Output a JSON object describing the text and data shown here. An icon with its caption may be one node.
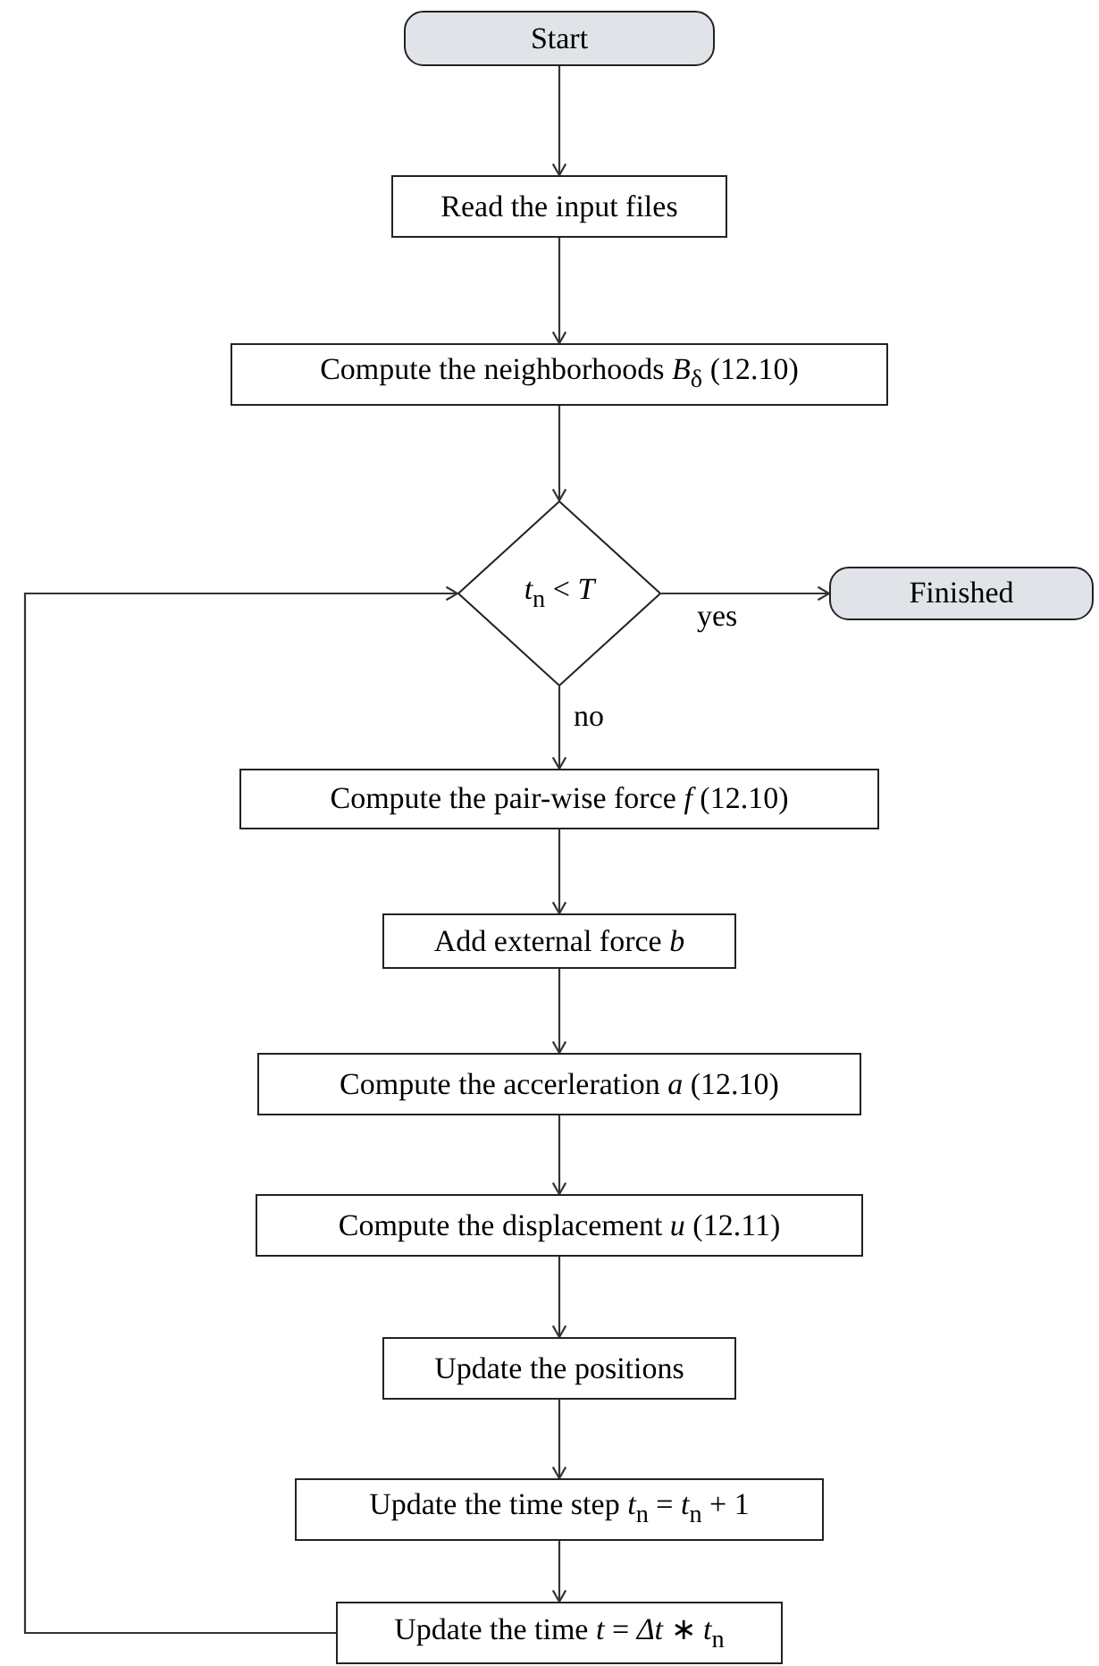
{
  "diagram": {
    "nodes": [
      {
        "text": [
          "Start"
        ]
      },
      {
        "text": [
          "Read the input files"
        ]
      },
      {
        "text": [
          "Compute the neighborhoods *B*$_{δ}$ (12.10)"
        ]
      },
      {
        "text": [
          "*t*$_{n}$ < *T*"
        ]
      },
      {
        "text": [
          "Finished"
        ]
      },
      {
        "text": [
          "Compute the pair-wise force *f* (12.10)"
        ]
      },
      {
        "text": [
          "Add external force *b*"
        ]
      },
      {
        "text": [
          "Compute the accerleration *a* (12.10)"
        ]
      },
      {
        "text": [
          "Compute the displacement *u* (12.11)"
        ]
      },
      {
        "text": [
          "Update the positions"
        ]
      },
      {
        "text": [
          "Update the time step *t*$_{n}$ = *t*$_{n}$ + 1"
        ]
      },
      {
        "text": [
          "Update the time *t* = *Δt* ∗ *t*$_{n}$"
        ]
      }
    ],
    "edges": [
      {
        "from": 0,
        "to": 1,
        "arrow": "to"
      },
      {
        "from": 1,
        "to": 2,
        "arrow": "to"
      },
      {
        "from": 2,
        "to": 3,
        "arrow": "to"
      },
      {
        "from": 3,
        "to": 4,
        "arrow": "to",
        "label": "yes"
      },
      {
        "from": 3,
        "to": 5,
        "arrow": "to",
        "label": "no"
      },
      {
        "from": 5,
        "to": 6,
        "arrow": "to"
      },
      {
        "from": 6,
        "to": 7,
        "arrow": "to"
      },
      {
        "from": 7,
        "to": 8,
        "arrow": "to"
      },
      {
        "from": 8,
        "to": 9,
        "arrow": "to"
      },
      {
        "from": 9,
        "to": 10,
        "arrow": "to"
      },
      {
        "from": 10,
        "to": 11,
        "arrow": "to"
      },
      {
        "from": 11,
        "to": 3,
        "arrow": "to"
      }
    ]
  }
}
